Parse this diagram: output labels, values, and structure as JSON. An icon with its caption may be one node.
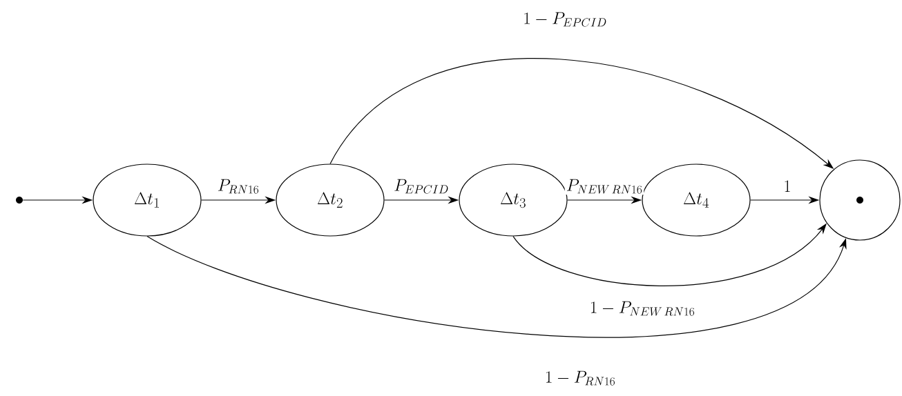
{
  "diagram": {
    "nodes": [
      {
        "text": [],
        "shape": "circle"
      },
      {
        "text": [
          "\\Delta t_{1}"
        ]
      },
      {
        "text": [
          "\\Delta t_{2}"
        ]
      },
      {
        "text": [
          "\\Delta t_{3}"
        ]
      },
      {
        "text": [
          "\\Delta t_{4}"
        ]
      },
      {
        "text": [],
        "shape": "circle"
      }
    ],
    "edges": [
      {
        "from": 0,
        "to": 1,
        "arrow": "to"
      },
      {
        "from": 1,
        "to": 2,
        "arrow": "to",
        "label": "P_{RN16}"
      },
      {
        "from": 2,
        "to": 3,
        "arrow": "to",
        "label": "P_{EPCID}"
      },
      {
        "from": 3,
        "to": 4,
        "arrow": "to",
        "label": "P_{NEW\\,RN16}"
      },
      {
        "from": 4,
        "to": 5,
        "arrow": "to",
        "label": "1"
      },
      {
        "from": 2,
        "to": 5,
        "arrow": "to",
        "label": "1 - P_{EPCID}"
      },
      {
        "from": 3,
        "to": 5,
        "arrow": "to",
        "label": "1 - P_{NEW\\,RN16}"
      },
      {
        "from": 1,
        "to": 5,
        "arrow": "to",
        "label": "1 - P_{RN16}"
      }
    ]
  }
}
